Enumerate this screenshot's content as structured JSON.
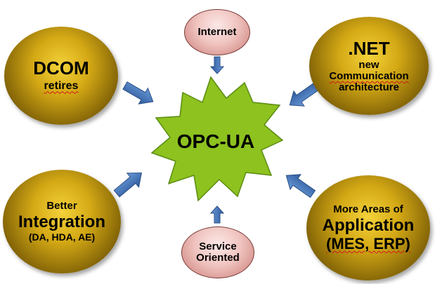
{
  "center": {
    "label": "OPC-UA"
  },
  "nodes": {
    "dcom": {
      "line1": "DCOM",
      "line2": "retires"
    },
    "internet": {
      "label": "Internet"
    },
    "dotnet": {
      "line1": ".NET",
      "line2": "new",
      "line3": "Communication",
      "line4": "architecture"
    },
    "integration": {
      "line1": "Better",
      "line2": "Integration",
      "line3": "(DA, HDA, AE)"
    },
    "service": {
      "line1": "Service",
      "line2": "Oriented"
    },
    "application": {
      "line1": "More Areas of",
      "line2": "Application",
      "line3": "(MES, ERP)"
    }
  },
  "colors": {
    "gold_ellipse": "#d4a915",
    "pink_ellipse": "#f0c4c0",
    "star_fill": "#8dc21f",
    "star_outline": "#4a7a0a",
    "arrow_fill": "#3d6fb6"
  }
}
